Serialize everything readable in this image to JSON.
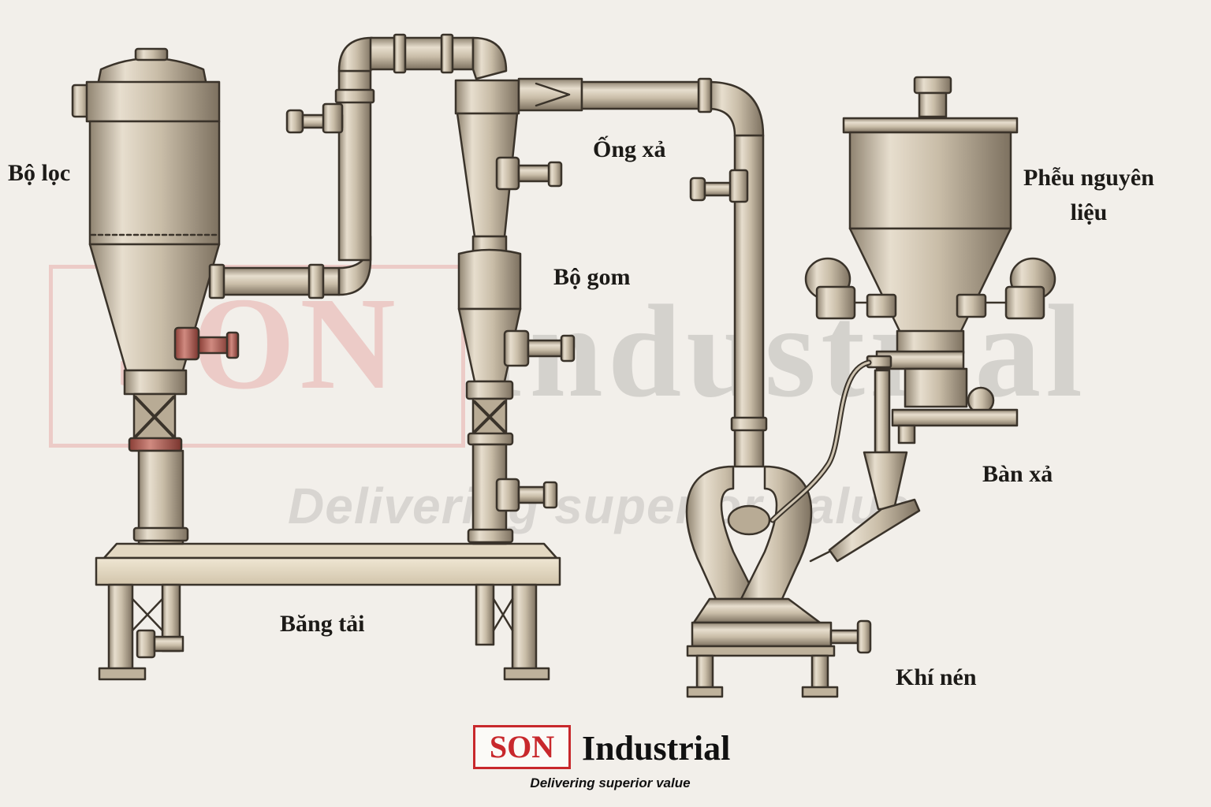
{
  "labels": {
    "filter": "Bộ lọc",
    "exhaust_pipe": "Ống xả",
    "hopper_line1": "Phễu nguyên",
    "hopper_line2": "liệu",
    "collector": "Bộ gom",
    "discharge_table": "Bàn xả",
    "conveyor": "Băng tải",
    "compressed_air": "Khí nén"
  },
  "watermark": {
    "brand": "SON",
    "name": "Industrial",
    "tagline": "Delivering superior value"
  },
  "logo": {
    "brand": "SON",
    "name": "Industrial",
    "tagline": "Delivering superior value"
  },
  "colors": {
    "background": "#f2efea",
    "metal": "#cfc4b1",
    "metal_dark": "#6e6353",
    "outline": "#3a332a",
    "brand_red": "#c8282c",
    "valve_red": "#b05448"
  }
}
